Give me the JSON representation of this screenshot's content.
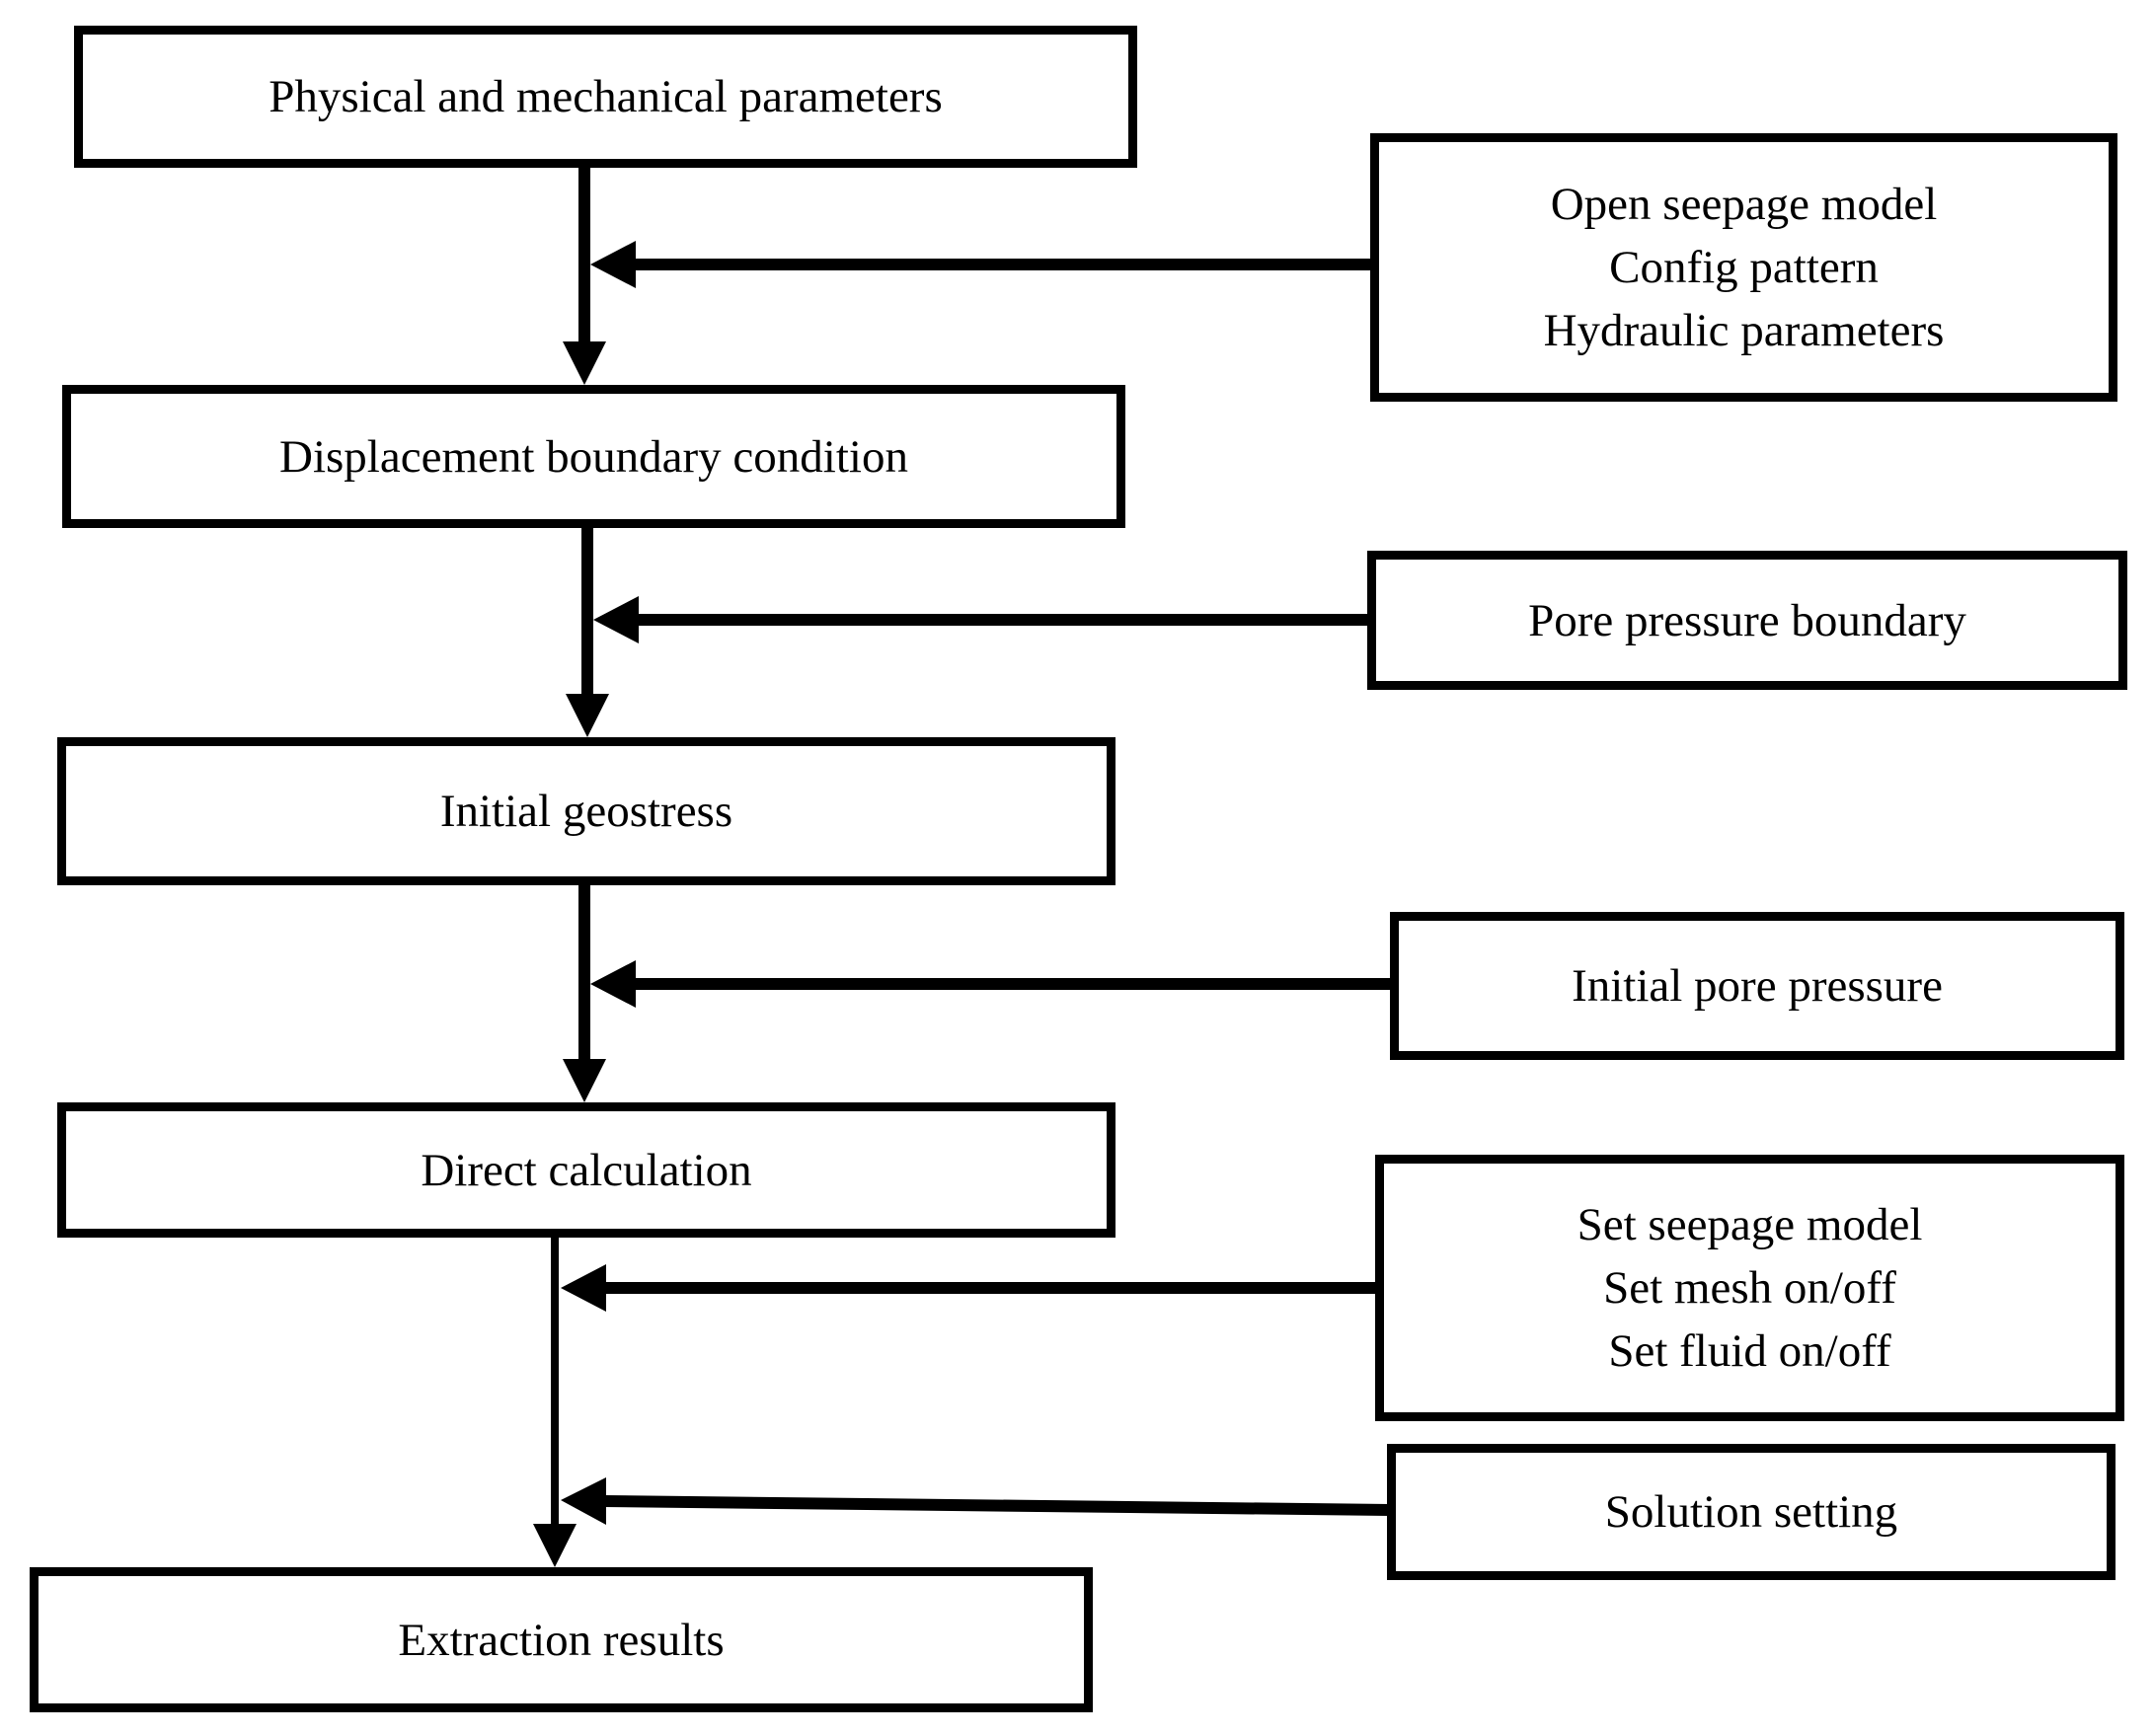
{
  "diagram": {
    "type": "flowchart",
    "colors": {
      "line": "#000000",
      "box_border": "#000000",
      "box_fill": "#ffffff",
      "background": "#ffffff"
    },
    "left_boxes": [
      {
        "id": "physical-and-mechanical-parameters",
        "label": "Physical and mechanical parameters"
      },
      {
        "id": "displacement-boundary-condition",
        "label": "Displacement boundary condition"
      },
      {
        "id": "initial-geostress",
        "label": "Initial geostress"
      },
      {
        "id": "direct-calculation",
        "label": "Direct calculation"
      },
      {
        "id": "extraction-results",
        "label": "Extraction results"
      }
    ],
    "right_boxes": [
      {
        "id": "open-seepage-model",
        "lines": [
          "Open seepage model",
          "Config pattern",
          "Hydraulic parameters"
        ]
      },
      {
        "id": "pore-pressure-boundary",
        "lines": [
          "Pore pressure boundary"
        ]
      },
      {
        "id": "initial-pore-pressure",
        "lines": [
          "Initial pore pressure"
        ]
      },
      {
        "id": "set-seepage-model",
        "lines": [
          "Set seepage model",
          "Set mesh on/off",
          "Set fluid on/off"
        ]
      },
      {
        "id": "solution-setting",
        "lines": [
          "Solution setting"
        ]
      }
    ],
    "flow": [
      "Physical and mechanical parameters -> Displacement boundary condition",
      "Displacement boundary condition -> Initial geostress",
      "Initial geostress -> Direct calculation",
      "Direct calculation -> Extraction results",
      "Open seepage model / Config pattern / Hydraulic parameters -> (into arrow 1)",
      "Pore pressure boundary -> (into arrow 2)",
      "Initial pore pressure -> (into arrow 3)",
      "Set seepage model / Set mesh on/off / Set fluid on/off -> (into arrow 4)",
      "Solution setting -> (into arrow 4)"
    ]
  }
}
